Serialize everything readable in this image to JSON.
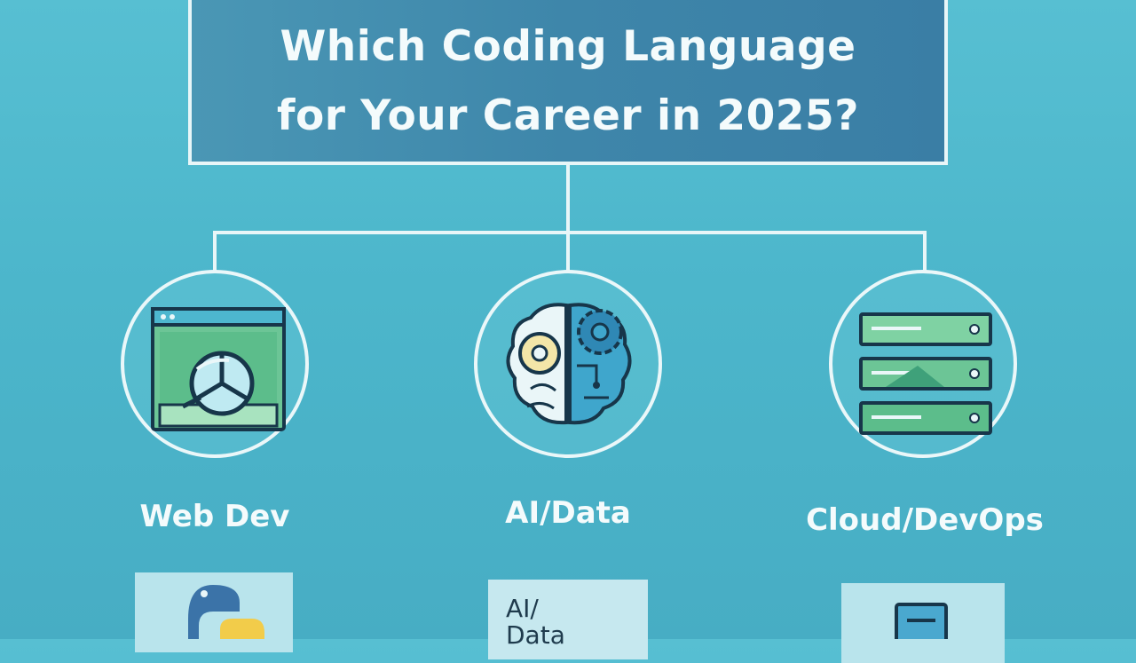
{
  "title": {
    "line1": "Which Coding Language",
    "line2": "for Your Career in 2025?"
  },
  "nodes": [
    {
      "label": "Web Dev",
      "icon": "browser-window-icon"
    },
    {
      "label": "AI/Data",
      "icon": "brain-gear-icon"
    },
    {
      "label": "Cloud/DevOps",
      "icon": "server-rack-icon"
    }
  ],
  "cards": [
    {
      "icon": "python-logo-icon"
    },
    {
      "text": "AI/\nData"
    },
    {
      "icon": "document-icon"
    }
  ],
  "colors": {
    "background": "#4cb6cb",
    "title_box": "#3e86aa",
    "line": "#e8f6f8",
    "green_panel": "#6cc596",
    "dark_outline": "#17364a"
  }
}
